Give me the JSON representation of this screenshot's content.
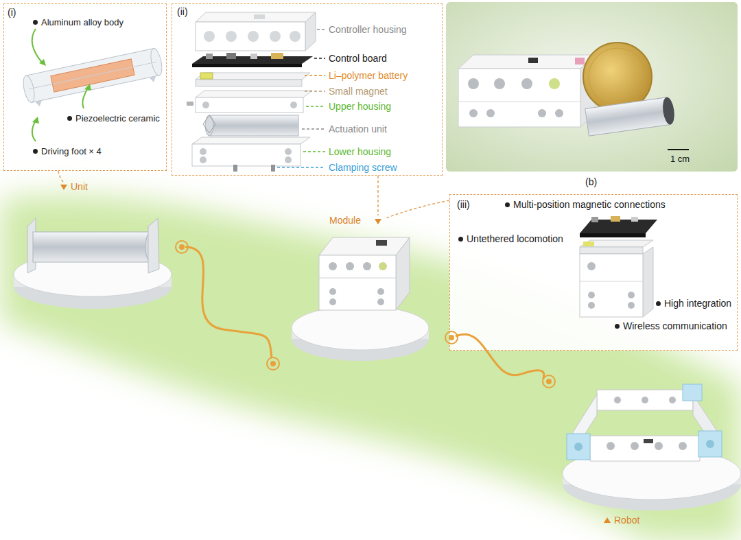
{
  "diagram": {
    "nodes": [
      {
        "text": [
          "(i)",
          "Aluminum alloy body",
          "Piezoelectric ceramic",
          "Driving foot × 4"
        ]
      },
      {
        "text": [
          "(ii)",
          "Controller housing",
          "Control board",
          "Li–polymer battery",
          "Small magnet",
          "Upper housing",
          "Actuation unit",
          "Lower housing",
          "Clamping screw"
        ]
      },
      {
        "text": [
          "(iii)",
          "Multi-position magnetic connections",
          "Untethered locomotion",
          "High integration",
          "Wireless communication"
        ]
      }
    ],
    "labels": [
      "1 cm",
      "(b)",
      "Unit",
      "Module",
      "Robot"
    ]
  }
}
